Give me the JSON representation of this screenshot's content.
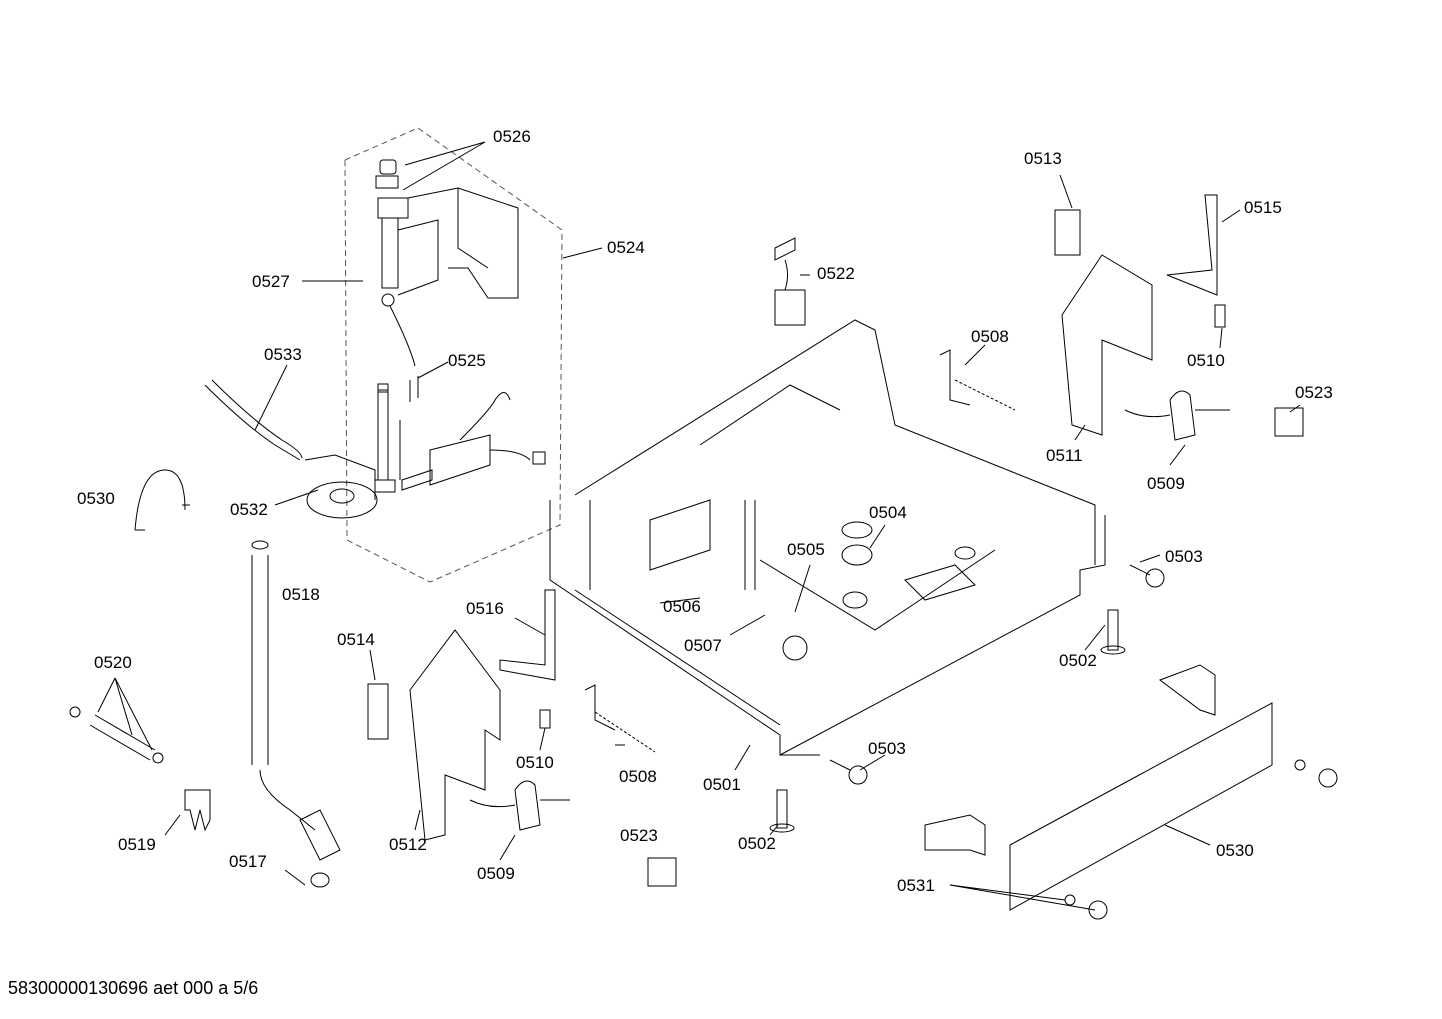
{
  "footer": "58300000130696 aet 000 a 5/6",
  "labels": {
    "l0526": "0526",
    "l0524": "0524",
    "l0527": "0527",
    "l0533": "0533",
    "l0525": "0525",
    "l0530a": "0530",
    "l0532": "0532",
    "l0518": "0518",
    "l0520": "0520",
    "l0514": "0514",
    "l0516": "0516",
    "l0519": "0519",
    "l0517": "0517",
    "l0512": "0512",
    "l0510a": "0510",
    "l0509a": "0509",
    "l0508a": "0508",
    "l0523a": "0523",
    "l0506": "0506",
    "l0507": "0507",
    "l0505": "0505",
    "l0504": "0504",
    "l0501": "0501",
    "l0502a": "0502",
    "l0503a": "0503",
    "l0502b": "0502",
    "l0503b": "0503",
    "l0522": "0522",
    "l0508b": "0508",
    "l0513": "0513",
    "l0515": "0515",
    "l0510b": "0510",
    "l0511": "0511",
    "l0509b": "0509",
    "l0523b": "0523",
    "l0530b": "0530",
    "l0531": "0531"
  }
}
